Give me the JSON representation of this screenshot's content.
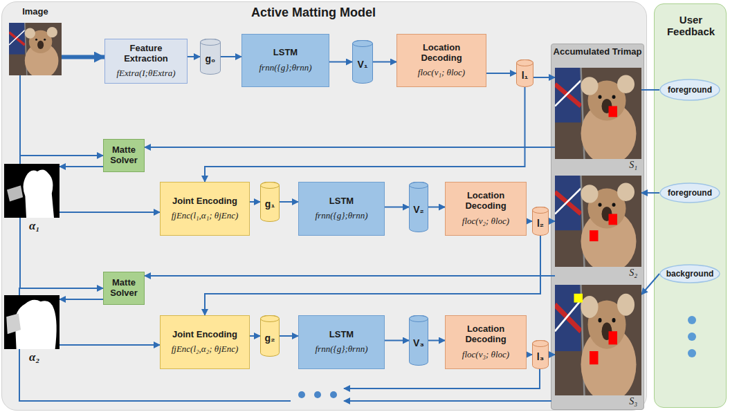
{
  "diagram": {
    "nodes": [
      {
        "text": [
          "Active Matting Model"
        ]
      },
      {
        "text": [
          "Image"
        ],
        "in": 0
      },
      {
        "text": [
          "Feature Extraction",
          "fExtra(I;θExtra)"
        ],
        "in": 0
      },
      {
        "text": [
          "g₀"
        ],
        "in": 0
      },
      {
        "text": [
          "LSTM",
          "frnn({g};θrnn)"
        ],
        "in": 0
      },
      {
        "text": [
          "V₁"
        ],
        "in": 0
      },
      {
        "text": [
          "Location Decoding",
          "floc(v₁; θloc)"
        ],
        "in": 0
      },
      {
        "text": [
          "l₁"
        ],
        "in": 0
      },
      {
        "text": [
          "Accumulated Trimap"
        ],
        "in": 0
      },
      {
        "text": [
          "S₁"
        ],
        "in": 8
      },
      {
        "text": [
          "S₂"
        ],
        "in": 8
      },
      {
        "text": [
          "S₃"
        ],
        "in": 8
      },
      {
        "text": [
          "User Feedback"
        ]
      },
      {
        "text": [
          "foreground"
        ],
        "in": 12
      },
      {
        "text": [
          "foreground"
        ],
        "in": 12
      },
      {
        "text": [
          "background"
        ],
        "in": 12
      },
      {
        "text": [
          "Matte Solver"
        ],
        "in": 0
      },
      {
        "text": [
          "α₁"
        ],
        "in": 0
      },
      {
        "text": [
          "Joint Encoding",
          "fjEnc(l₁,α₁; θjEnc)"
        ],
        "in": 0
      },
      {
        "text": [
          "g₁"
        ],
        "in": 0
      },
      {
        "text": [
          "LSTM",
          "frnn({g};θrnn)"
        ],
        "in": 0
      },
      {
        "text": [
          "V₂"
        ],
        "in": 0
      },
      {
        "text": [
          "Location Decoding",
          "floc(v₂; θloc)"
        ],
        "in": 0
      },
      {
        "text": [
          "l₂"
        ],
        "in": 0
      },
      {
        "text": [
          "Matte Solver"
        ],
        "in": 0
      },
      {
        "text": [
          "α₂"
        ],
        "in": 0
      },
      {
        "text": [
          "Joint Encoding",
          "fjEnc(l₂,α₂; θjEnc)"
        ],
        "in": 0
      },
      {
        "text": [
          "g₂"
        ],
        "in": 0
      },
      {
        "text": [
          "LSTM",
          "frnn({g};θrnn)"
        ],
        "in": 0
      },
      {
        "text": [
          "V₃"
        ],
        "in": 0
      },
      {
        "text": [
          "Location Decoding",
          "floc(v₃; θloc)"
        ],
        "in": 0
      },
      {
        "text": [
          "l₃"
        ],
        "in": 0
      }
    ],
    "edges": [
      {
        "from": 1,
        "to": 2,
        "arrow": "to"
      },
      {
        "from": 2,
        "to": 3,
        "arrow": "to"
      },
      {
        "from": 3,
        "to": 4,
        "arrow": "to"
      },
      {
        "from": 4,
        "to": 5,
        "arrow": "to"
      },
      {
        "from": 5,
        "to": 6,
        "arrow": "to"
      },
      {
        "from": 6,
        "to": 7,
        "arrow": "to"
      },
      {
        "from": 7,
        "to": 9,
        "arrow": "to"
      },
      {
        "from": 13,
        "to": 9,
        "arrow": "none"
      },
      {
        "from": 9,
        "to": 16,
        "arrow": "to"
      },
      {
        "from": 7,
        "to": 18,
        "arrow": "to"
      },
      {
        "from": 1,
        "to": 16,
        "arrow": "to"
      },
      {
        "from": 16,
        "to": 17,
        "arrow": "to"
      },
      {
        "from": 17,
        "to": 18,
        "arrow": "to"
      },
      {
        "from": 14,
        "to": 10,
        "arrow": "to"
      },
      {
        "from": 18,
        "to": 19,
        "arrow": "to"
      },
      {
        "from": 19,
        "to": 20,
        "arrow": "to"
      },
      {
        "from": 20,
        "to": 21,
        "arrow": "to"
      },
      {
        "from": 21,
        "to": 22,
        "arrow": "to"
      },
      {
        "from": 22,
        "to": 23,
        "arrow": "to"
      },
      {
        "from": 23,
        "to": 10,
        "arrow": "to"
      },
      {
        "from": 10,
        "to": 24,
        "arrow": "to"
      },
      {
        "from": 23,
        "to": 26,
        "arrow": "to"
      },
      {
        "from": 1,
        "to": 24,
        "arrow": "to"
      },
      {
        "from": 24,
        "to": 25,
        "arrow": "to"
      },
      {
        "from": 25,
        "to": 26,
        "arrow": "to"
      },
      {
        "from": 15,
        "to": 11,
        "arrow": "to"
      },
      {
        "from": 26,
        "to": 27,
        "arrow": "to"
      },
      {
        "from": 27,
        "to": 28,
        "arrow": "to"
      },
      {
        "from": 28,
        "to": 29,
        "arrow": "to"
      },
      {
        "from": 29,
        "to": 30,
        "arrow": "to"
      },
      {
        "from": 30,
        "to": 31,
        "arrow": "to"
      },
      {
        "from": 31,
        "to": 11,
        "arrow": "to"
      }
    ]
  }
}
